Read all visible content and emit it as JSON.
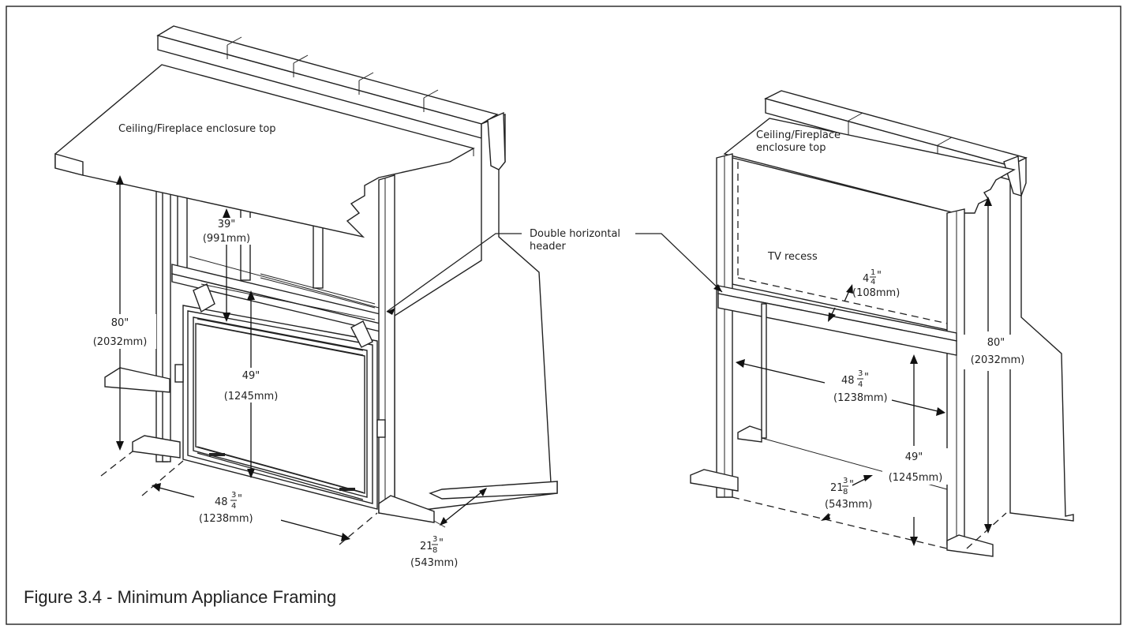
{
  "labels": {
    "ceiling_left": "Ceiling/Fireplace enclosure top",
    "ceiling_right_1": "Ceiling/Fireplace",
    "ceiling_right_2": "enclosure top",
    "header_1": "Double horizontal",
    "header_2": "header",
    "tv_recess": "TV recess"
  },
  "dimensions": {
    "left_height": {
      "imperial": "80\"",
      "metric": "(2032mm)"
    },
    "left_clearance": {
      "imperial": "39\"",
      "metric": "(991mm)"
    },
    "left_opening_height": {
      "imperial": "49\"",
      "metric": "(1245mm)"
    },
    "left_width": {
      "whole": "48",
      "num": "3",
      "den": "4",
      "unit": "\"",
      "metric": "(1238mm)"
    },
    "left_depth": {
      "whole": "21",
      "num": "3",
      "den": "8",
      "unit": "\"",
      "metric": "(543mm)"
    },
    "right_header": {
      "whole": "4",
      "num": "1",
      "den": "4",
      "unit": "\"",
      "metric": "(108mm)"
    },
    "right_width": {
      "whole": "48",
      "num": "3",
      "den": "4",
      "unit": "\"",
      "metric": "(1238mm)"
    },
    "right_opening_height": {
      "imperial": "49\"",
      "metric": "(1245mm)"
    },
    "right_depth": {
      "whole": "21",
      "num": "3",
      "den": "8",
      "unit": "\"",
      "metric": "(543mm)"
    },
    "right_height": {
      "imperial": "80\"",
      "metric": "(2032mm)"
    }
  },
  "caption": "Figure 3.4 - Minimum Appliance Framing"
}
